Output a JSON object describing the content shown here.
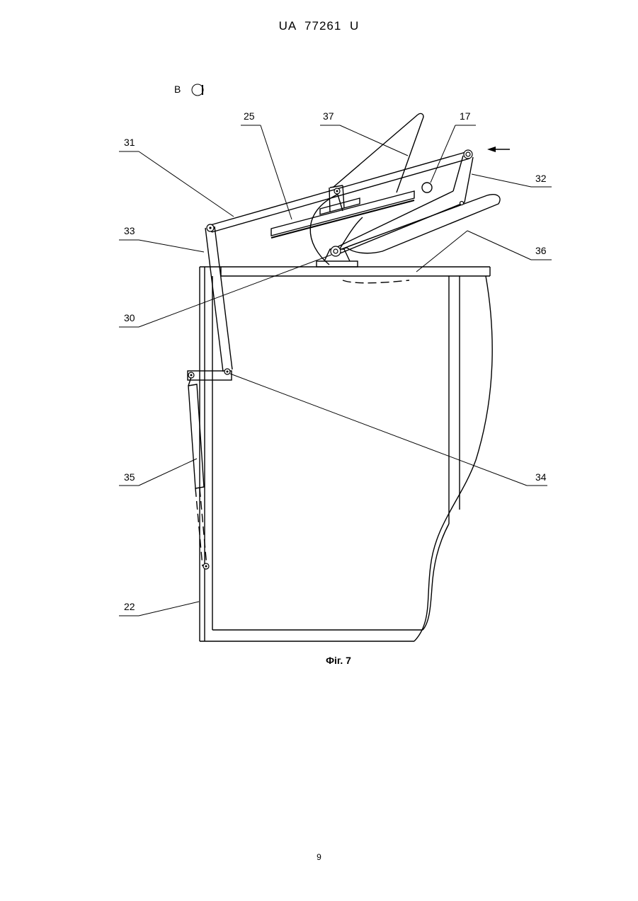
{
  "document": {
    "header": "UA 77261 U",
    "page_number": "9"
  },
  "figure": {
    "caption": "Фіг. 7",
    "view_label": "В",
    "callouts": {
      "c25": "25",
      "c37": "37",
      "c17": "17",
      "c31": "31",
      "c32": "32",
      "c33": "33",
      "c36": "36",
      "c30": "30",
      "c34": "34",
      "c35": "35",
      "c22": "22"
    }
  }
}
